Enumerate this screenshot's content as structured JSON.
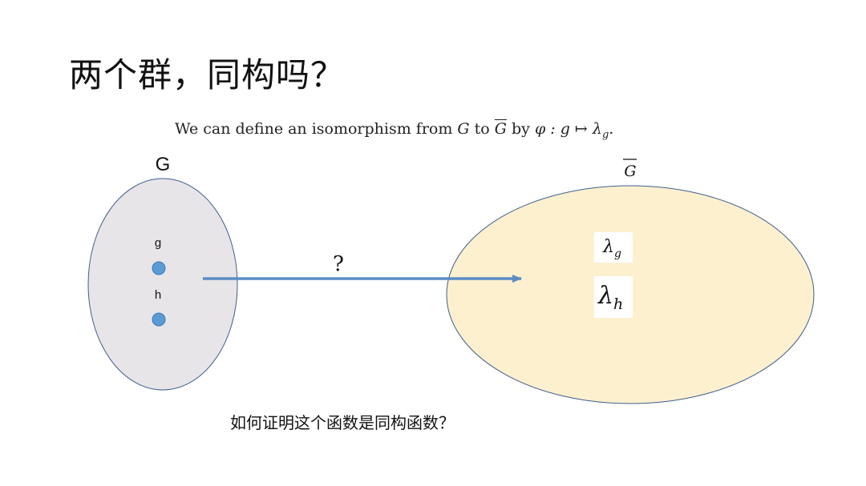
{
  "slide": {
    "title": "两个群，同构吗？",
    "statement": {
      "lead": "We can define an isomorphism from ",
      "g": "G",
      "to": " to ",
      "gbar": "G",
      "by": " by ",
      "phi": "φ : g ↦ λ",
      "sub": "g",
      "end": "."
    },
    "set_left": {
      "label": "G",
      "fill": "#e7e5e8",
      "elements": [
        {
          "label": "g"
        },
        {
          "label": "h"
        }
      ]
    },
    "set_right": {
      "label": "G",
      "fill": "#fdf0cf",
      "elements": [
        {
          "label": "λ",
          "sub": "g"
        },
        {
          "label": "λ",
          "sub": "h"
        }
      ]
    },
    "arrow": {
      "label": "?",
      "color": "#5b8cc4"
    },
    "dot_color": "#5b9bd5",
    "caption": "如何证明这个函数是同构函数？"
  }
}
